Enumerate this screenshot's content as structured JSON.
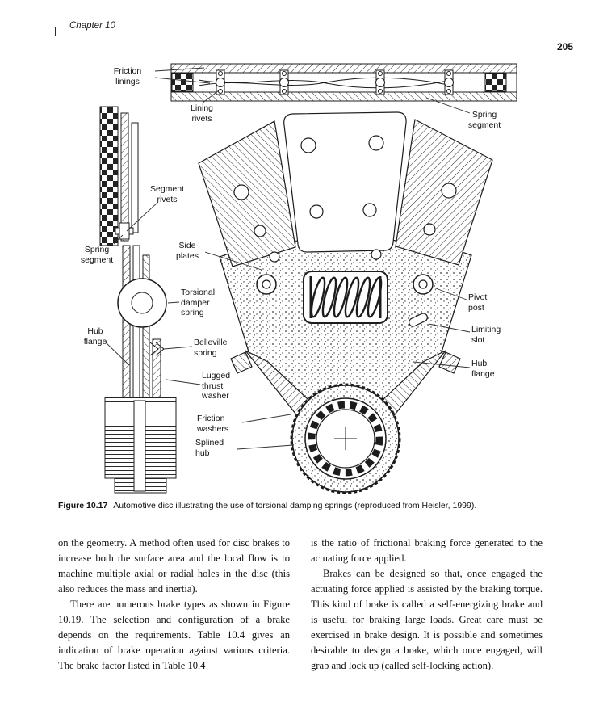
{
  "colors": {
    "paper": "#ffffff",
    "ink": "#1c1c1c"
  },
  "header": {
    "chapter": "Chapter 10",
    "page_number": "205"
  },
  "figure": {
    "caption_label": "Figure 10.17",
    "caption_text": "Automotive disc illustrating the use of torsional damping springs (reproduced from Heisler, 1999).",
    "labels": {
      "friction_linings": "Friction linings",
      "lining_rivets": "Lining rivets",
      "spring_segment_top": "Spring segment",
      "segment_rivets": "Segment rivets",
      "side_plates": "Side plates",
      "spring_segment_left": "Spring segment",
      "torsional_damper_spring": "Torsional damper spring",
      "hub_flange_left": "Hub flange",
      "belleville_spring": "Belleville spring",
      "lugged_thrust_washer": "Lugged thrust washer",
      "friction_washers": "Friction washers",
      "splined_hub": "Splined hub",
      "pivot_post": "Pivot post",
      "limiting_slot": "Limiting slot",
      "hub_flange_right": "Hub flange"
    }
  },
  "body": {
    "left": {
      "para1": "on the geometry. A method often used for disc brakes to increase both the surface area and the local flow is to machine multiple axial or radial holes in the disc (this also reduces the mass and inertia).",
      "para2": "There are numerous brake types as shown in Figure 10.19. The selection and configuration of a brake depends on the requirements. Table 10.4 gives an indication of brake operation against various criteria. The brake factor listed in Table 10.4"
    },
    "right": {
      "para1": "is the ratio of frictional braking force generated to the actuating force applied.",
      "para2": "Brakes can be designed so that, once engaged the actuating force applied is assisted by the braking torque. This kind of brake is called a self-energizing brake and is useful for braking large loads. Great care must be exercised in brake design. It is possible and sometimes desirable to design a brake, which once engaged, will grab and lock up (called self-locking action)."
    }
  }
}
